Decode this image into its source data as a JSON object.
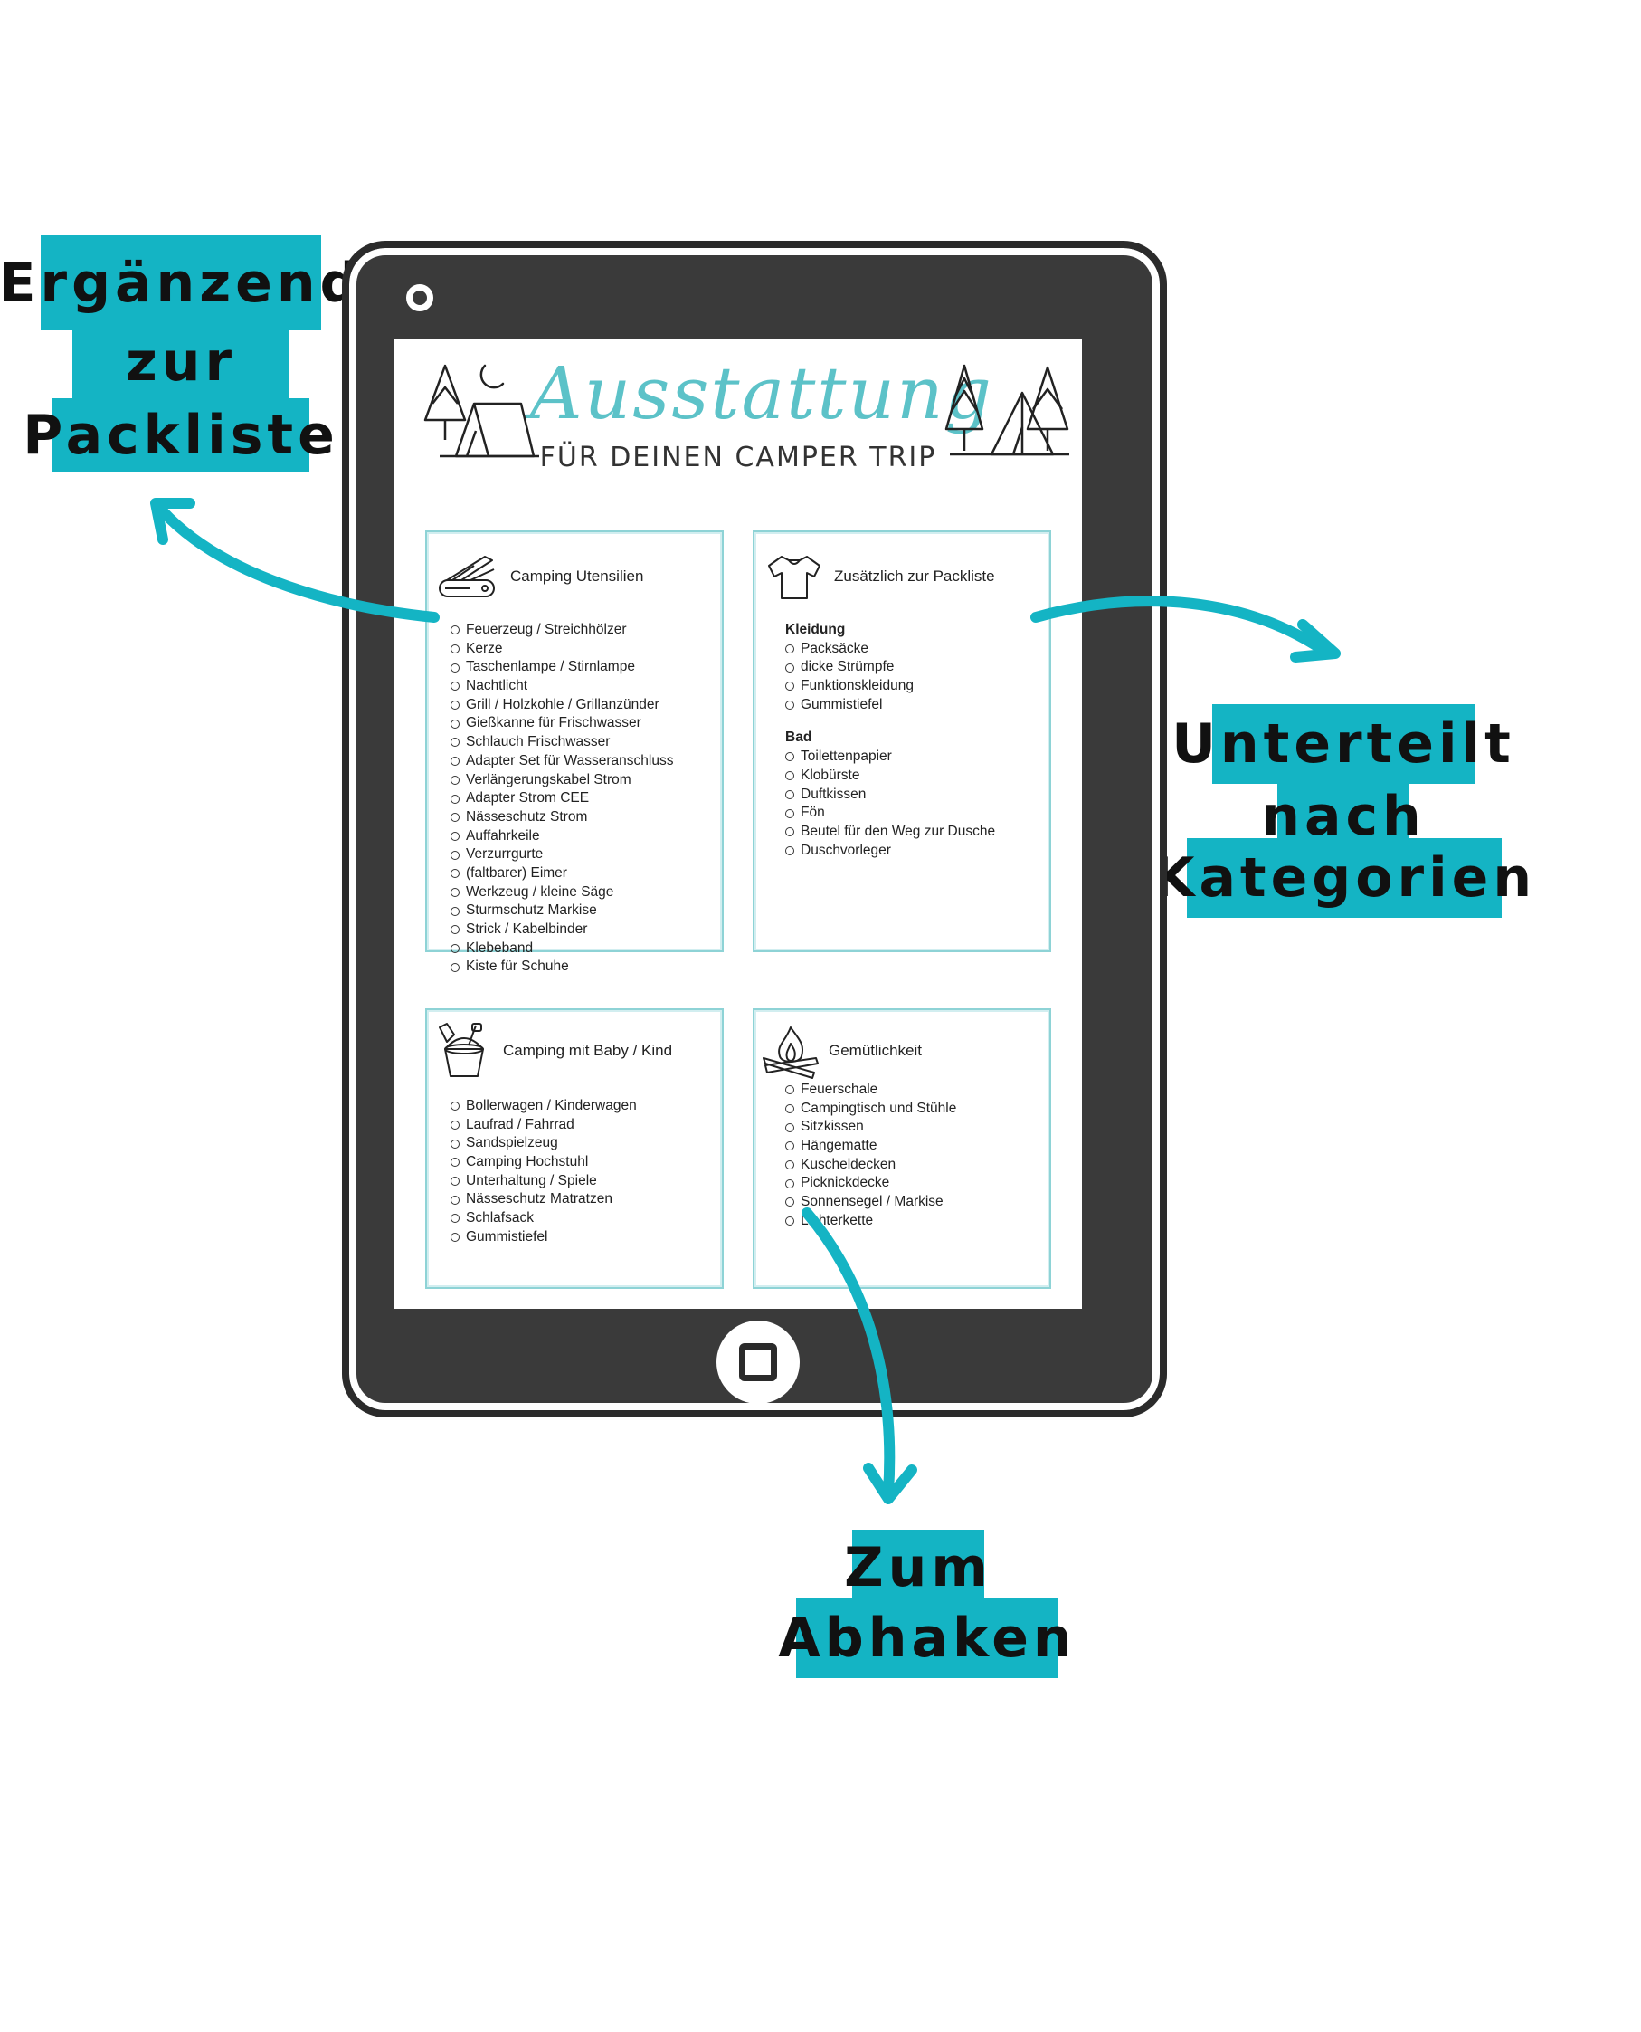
{
  "callouts": {
    "left": [
      "Ergänzend",
      "zur",
      "Packliste"
    ],
    "right": [
      "Unterteilt",
      "nach",
      "Kategorien"
    ],
    "bottom": [
      "Zum",
      "Abhaken"
    ]
  },
  "colors": {
    "accent": "#14b4c4",
    "tablet": "#3a3a3a",
    "title": "#5cc2c8",
    "card_border": "#8ed3d6"
  },
  "document": {
    "title": "Ausstattung",
    "subtitle": "Für deinen Camper Trip",
    "icons": [
      "tent-moon-icon",
      "tent-trees-icon"
    ]
  },
  "cards": {
    "camping": {
      "title": "Camping Utensilien",
      "icon": "swiss-knife-icon",
      "items": [
        "Feuerzeug / Streichhölzer",
        "Kerze",
        "Taschenlampe / Stirnlampe",
        "Nachtlicht",
        "Grill / Holzkohle / Grillanzünder",
        "Gießkanne für Frischwasser",
        "Schlauch Frischwasser",
        "Adapter Set für Wasseranschluss",
        "Verlängerungskabel Strom",
        "Adapter Strom CEE",
        "Nässeschutz Strom",
        "Auffahrkeile",
        "Verzurrgurte",
        "(faltbarer) Eimer",
        " Werkzeug / kleine Säge",
        "Sturmschutz Markise",
        "Strick / Kabelbinder",
        "Klebeband",
        "Kiste für Schuhe"
      ]
    },
    "zusaetzlich": {
      "title": "Zusätzlich zur Packliste",
      "icon": "tshirt-icon",
      "sections": [
        {
          "title": "Kleidung",
          "items": [
            "Packsäcke",
            "dicke Strümpfe",
            "Funktionskleidung",
            "Gummistiefel"
          ]
        },
        {
          "title": "Bad",
          "items": [
            "Toilettenpapier",
            " Klobürste",
            " Duftkissen",
            " Fön",
            " Beutel für den Weg zur Dusche",
            "Duschvorleger"
          ]
        }
      ]
    },
    "baby": {
      "title": "Camping mit Baby / Kind",
      "icon": "sand-bucket-icon",
      "items": [
        "Bollerwagen / Kinderwagen",
        "Laufrad / Fahrrad",
        "Sandspielzeug",
        "Camping Hochstuhl",
        "Unterhaltung / Spiele",
        "Nässeschutz Matratzen",
        "Schlafsack",
        "Gummistiefel"
      ]
    },
    "gemuet": {
      "title": "Gemütlichkeit",
      "icon": "campfire-icon",
      "items": [
        "Feuerschale",
        "Campingtisch und Stühle",
        "Sitzkissen",
        "Hängematte",
        "Kuscheldecken",
        "Picknickdecke",
        "Sonnensegel / Markise",
        "Lichterkette"
      ]
    }
  }
}
